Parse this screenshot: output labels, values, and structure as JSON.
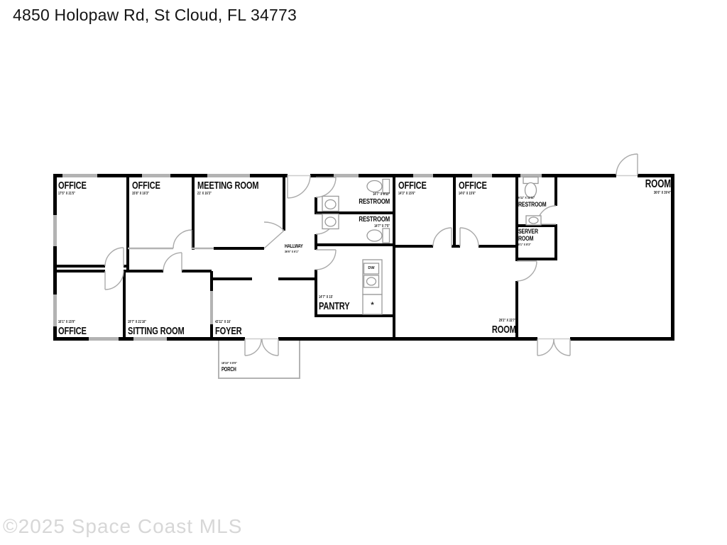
{
  "page": {
    "title": "4850 Holopaw Rd, St Cloud, FL 34773",
    "watermark": "©2025 Space Coast MLS"
  },
  "floor_plan": {
    "rooms": [
      {
        "name": "OFFICE",
        "dims": "17'5\" X 21'5\""
      },
      {
        "name": "OFFICE",
        "dims": "15'8\" X 16'3\""
      },
      {
        "name": "MEETING ROOM",
        "dims": "21' X 16'3\""
      },
      {
        "name": "OFFICE",
        "dims": "14'3\" X 15'6\""
      },
      {
        "name": "OFFICE",
        "dims": "14'6\" X 15'6\""
      },
      {
        "name": "ROOM",
        "dims": "36'6\" X 39'4\""
      },
      {
        "name": "RESTROOM",
        "dims": "14'7\" X 8'11\""
      },
      {
        "name": "RESTROOM",
        "dims": "14'7\" X 7'5\""
      },
      {
        "name": "RESTROOM",
        "dims": "6'11\" X 11'11\""
      },
      {
        "name": "SERVER ROOM",
        "dims": "8'1\" X 8'3\""
      },
      {
        "name": "HALLWAY",
        "dims": "36'6\" X 6'1\""
      },
      {
        "name": "PANTRY",
        "dims": "14'7\" X 15'"
      },
      {
        "name": "OFFICE",
        "dims": "16'1\" X 15'9\""
      },
      {
        "name": "SITTING ROOM",
        "dims": "19'7\" X 21'10\""
      },
      {
        "name": "FOYER",
        "dims": "42'11\" X 16'"
      },
      {
        "name": "ROOM",
        "dims": "29'2\" X 22'7\""
      },
      {
        "name": "PORCH",
        "dims": "18'10\" X 8'9\""
      }
    ],
    "appliances": {
      "dishwasher": "DW",
      "refrigerator": "*"
    }
  }
}
